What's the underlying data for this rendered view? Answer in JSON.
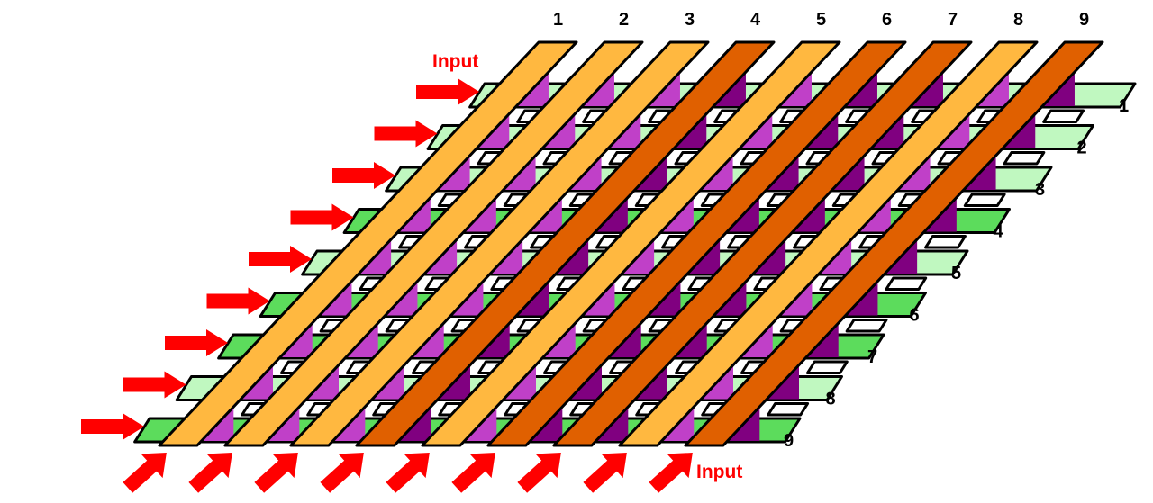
{
  "diagram": {
    "column_labels": [
      "1",
      "2",
      "3",
      "4",
      "5",
      "6",
      "7",
      "8",
      "9"
    ],
    "row_labels": [
      "1",
      "2",
      "3",
      "4",
      "5",
      "6",
      "7",
      "8",
      "9"
    ],
    "input_label_top": "Input",
    "input_label_bottom": "Input",
    "column_dark": [
      false,
      false,
      false,
      true,
      false,
      true,
      true,
      false,
      true
    ],
    "row_dark": [
      false,
      false,
      false,
      true,
      false,
      true,
      true,
      false,
      true
    ],
    "colors": {
      "column_light": "#ffb840",
      "column_dark": "#e06000",
      "row_light": "#c0f8c0",
      "row_dark": "#5cdc5c",
      "side_light": "#c040c8",
      "side_dark": "#800080",
      "gap": "#ffffff",
      "arrow": "#ff0000"
    }
  }
}
